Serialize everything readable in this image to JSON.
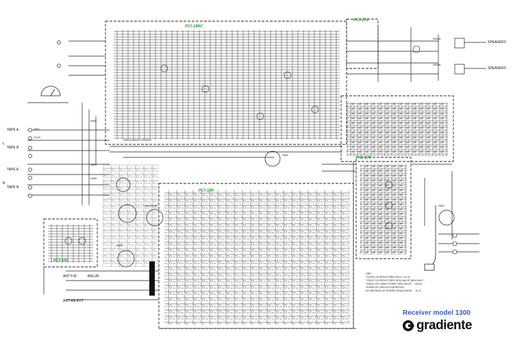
{
  "title": {
    "model": "Receiver  model 1300",
    "brand": "gradiente"
  },
  "boards": {
    "pci186c": "PCI-186C",
    "pci174": "PCI-174",
    "pci178": "PCI-178",
    "pci180": "PCI-180",
    "pci187": "PCI-187"
  },
  "speakers": {
    "a": "SPEAKERS",
    "b": "SPEAKERS"
  },
  "tape": {
    "a1": "TAPE A",
    "b1": "TAPE B",
    "a2": "TAPE A",
    "b2": "TAPE B",
    "rec": "REC",
    "play": "PLAY"
  },
  "channels": {
    "left": "L",
    "right": "R"
  },
  "antenna": {
    "fm": "ANT F.M.",
    "am_ext": "ANT AM EXT",
    "balun": "BALUN"
  },
  "switches": {
    "s804a": "S804A",
    "s804b": "S804B",
    "s805": "S805",
    "s806": "S806",
    "s802": "S802",
    "fase": "FASE",
    "mono_stereo": "S801A MONO-STEREO",
    "seletor": "SELETOR",
    "s801": "S801",
    "sb03": "SB03"
  },
  "notes": [
    "OBS:",
    "TODOS OS RESISTORES EM Ω, 1/4 W",
    "TODOS OS RESISTORES SEM VALOR INDICADO ...",
    "TODOS OS CAPACITORES SEM VALOR ... EM μF",
    "TERRA DE CIRCUITO IMPRESSO",
    "AS MEDIDAS DE TENSÃO REALIZADAS ... 10 %"
  ]
}
